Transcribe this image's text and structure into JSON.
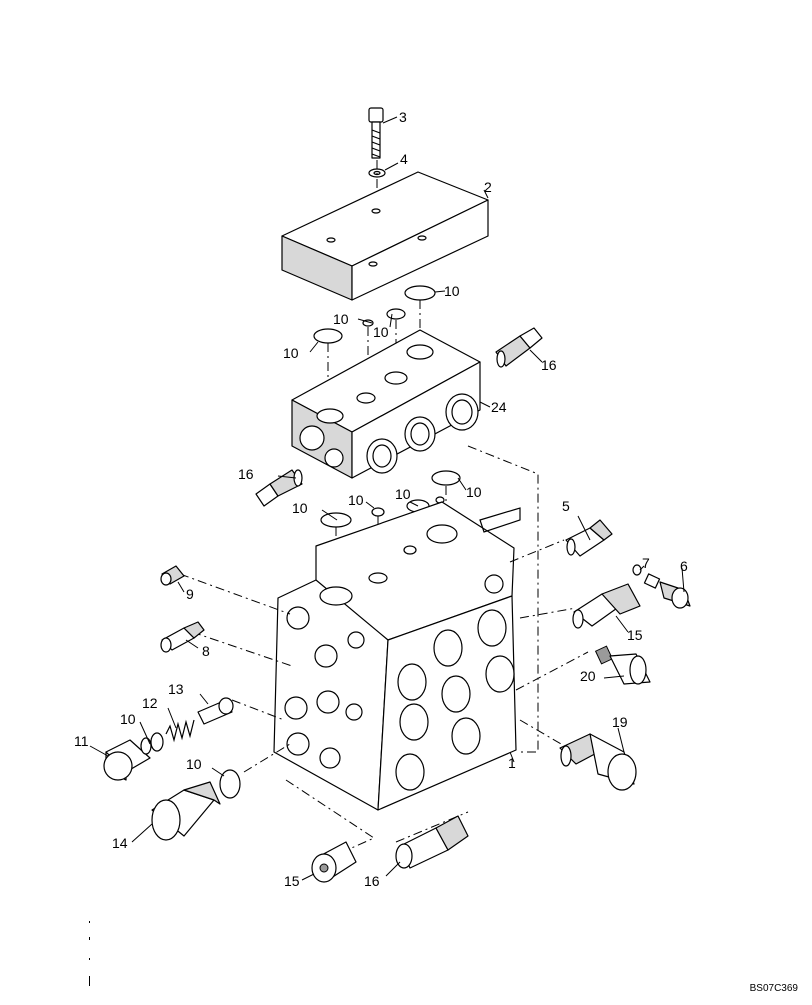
{
  "callouts": {
    "c1": "1",
    "c2": "2",
    "c3": "3",
    "c4": "4",
    "c5": "5",
    "c6": "6",
    "c7": "7",
    "c8": "8",
    "c9": "9",
    "c11": "11",
    "c12": "12",
    "c13": "13",
    "c14": "14",
    "c15a": "15",
    "c15b": "15",
    "c16a": "16",
    "c16b": "16",
    "c16c": "16",
    "c19": "19",
    "c20": "20",
    "c24": "24",
    "c10a": "10",
    "c10b": "10",
    "c10c": "10",
    "c10d": "10",
    "c10e": "10",
    "c10f": "10",
    "c10g": "10",
    "c10h": "10",
    "c10i": "10",
    "c10j": "10"
  },
  "drawing_code": "BS07C369"
}
